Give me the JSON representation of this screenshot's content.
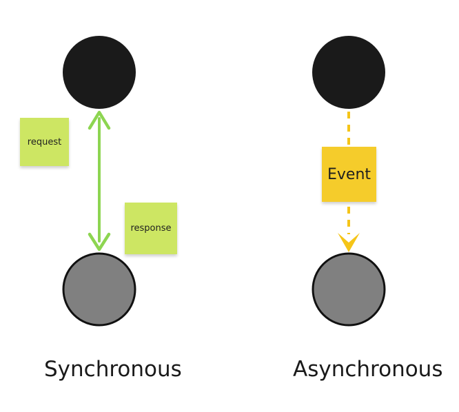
{
  "colors": {
    "source_node": "#1a1a1a",
    "target_node_fill": "#808080",
    "target_node_stroke": "#111111",
    "sync_arrow": "#8dd551",
    "async_arrow": "#f5c518",
    "sticky_green": "#cde663",
    "sticky_yellow": "#f5cc2b"
  },
  "synchronous": {
    "caption": "Synchronous",
    "request_label": "request",
    "response_label": "response"
  },
  "asynchronous": {
    "caption": "Asynchronous",
    "event_label": "Event"
  }
}
